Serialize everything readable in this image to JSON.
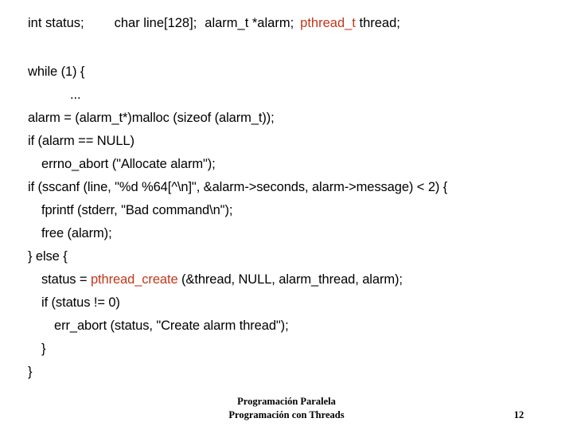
{
  "slide": {
    "page_number": "12",
    "accent_color": "#C2361B",
    "text_color": "#000000",
    "background_color": "#FFFFFF"
  },
  "declarations": {
    "part1": "int status;",
    "part2": "char line[128];",
    "part3": "alarm_t *alarm;",
    "part4_keyword": "pthread_t",
    "part5": "thread;"
  },
  "code": {
    "lines": [
      {
        "indent": "ind-0",
        "text": "while (1) {"
      },
      {
        "indent": "ind-dots",
        "text": "..."
      },
      {
        "indent": "ind-0",
        "text": "alarm = (alarm_t*)malloc (sizeof (alarm_t));"
      },
      {
        "indent": "ind-0",
        "text": "if (alarm == NULL)"
      },
      {
        "indent": "ind-1",
        "text": "errno_abort (\"Allocate alarm\");"
      },
      {
        "indent": "ind-0",
        "text": "if (sscanf (line, \"%d %64[^\\n]\", &alarm->seconds, alarm->message) < 2) {"
      },
      {
        "indent": "ind-1",
        "text": "fprintf (stderr, \"Bad command\\n\");"
      },
      {
        "indent": "ind-1",
        "text": "free (alarm);"
      },
      {
        "indent": "ind-0",
        "text": "} else {"
      },
      {
        "indent": "ind-1",
        "text": "status = pthread_create (&thread, NULL, alarm_thread, alarm);",
        "highlight": "pthread_create"
      },
      {
        "indent": "ind-1",
        "text": "if (status != 0)"
      },
      {
        "indent": "ind-2",
        "text": "err_abort (status, \"Create alarm thread\");"
      },
      {
        "indent": "ind-1",
        "text": "}"
      },
      {
        "indent": "ind-0",
        "text": "}"
      }
    ]
  },
  "footer": {
    "title": "Programación Paralela",
    "subtitle": "Programación con Threads",
    "page_number": "12"
  }
}
